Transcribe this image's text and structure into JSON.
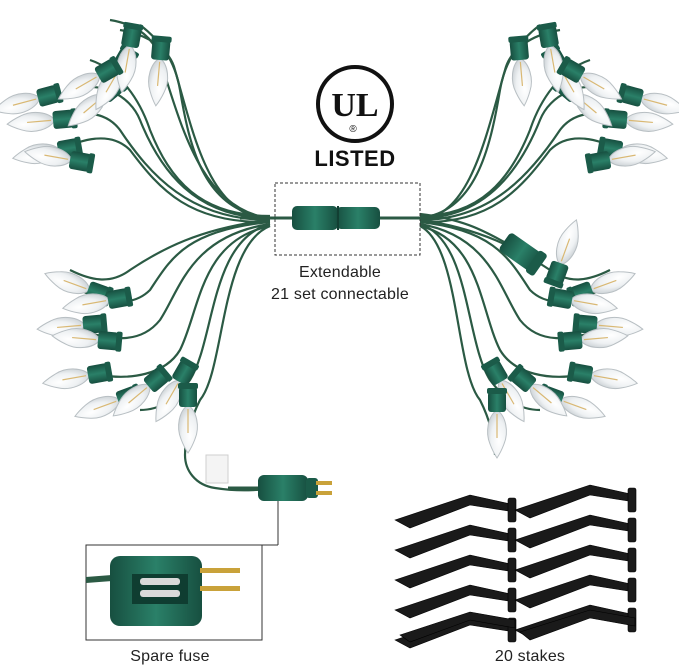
{
  "logo": {
    "mark": "UL",
    "registered": "®",
    "listed": "LISTED"
  },
  "captions": {
    "extendable_line1": "Extendable",
    "extendable_line2": "21 set connectable",
    "spare_fuse": "Spare fuse",
    "stakes": "20 stakes"
  },
  "colors": {
    "socket_green": "#1f6b55",
    "wire_green": "#2b5a44",
    "stake_black": "#1a1a1a",
    "bulb_glass": "#e9ecee"
  }
}
